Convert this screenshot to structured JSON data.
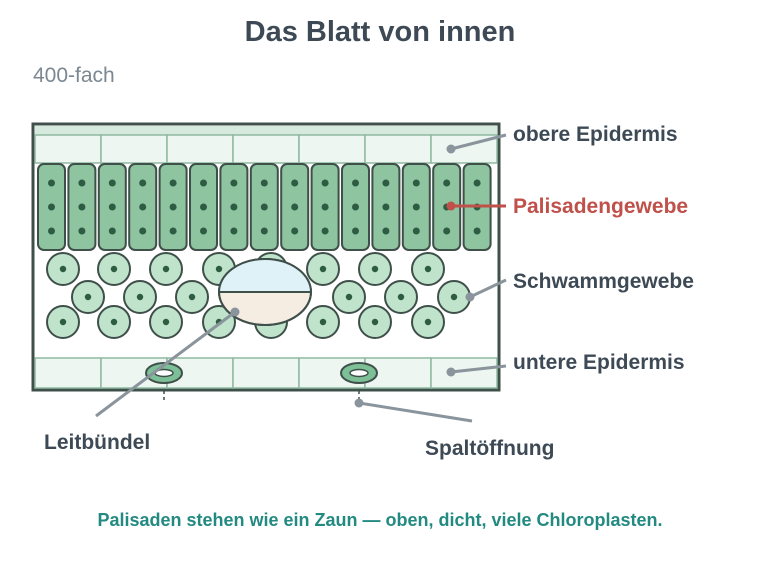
{
  "title": "Das Blatt von innen",
  "magnification": "400-fach",
  "labels": {
    "upper_epidermis": "obere Epidermis",
    "palisade": "Palisadengewebe",
    "spongy": "Schwammgewebe",
    "lower_epidermis": "untere Epidermis",
    "vascular_bundle": "Leitbündel",
    "stoma": "Spaltöffnung"
  },
  "caption": "Palisaden stehen wie ein Zaun — oben, dicht, viele Chloroplasten.",
  "colors": {
    "text_dark": "#3d4a55",
    "text_muted": "#7b8791",
    "highlight_red": "#c0504a",
    "caption_teal": "#238a82",
    "leader_gray": "#8a949c",
    "outline_dark": "#3f4f4a",
    "epidermis_fill": "#eef6f1",
    "palisade_fill": "#8ec49f",
    "spongy_fill": "#bfe3cb",
    "xylem_fill": "#dff2f8",
    "phloem_fill": "#f5ece2"
  }
}
